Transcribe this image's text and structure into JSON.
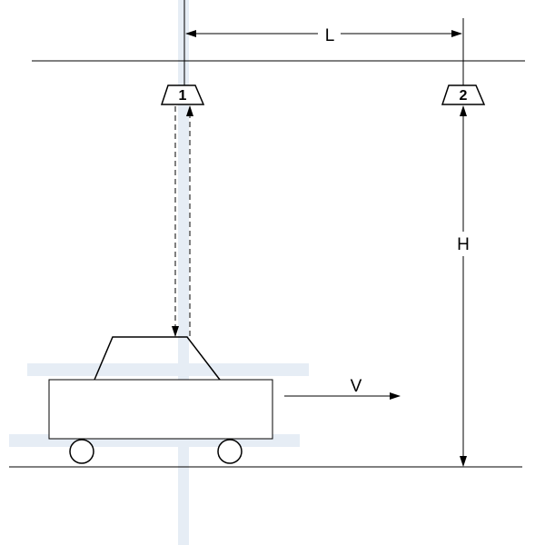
{
  "sensors": [
    {
      "label": "1"
    },
    {
      "label": "2"
    }
  ],
  "dimensions": {
    "spacing_label": "L",
    "height_label": "H"
  },
  "vehicle": {
    "velocity_label": "V"
  },
  "colors": {
    "stroke": "#000000",
    "watermark": "#e6edf5"
  }
}
